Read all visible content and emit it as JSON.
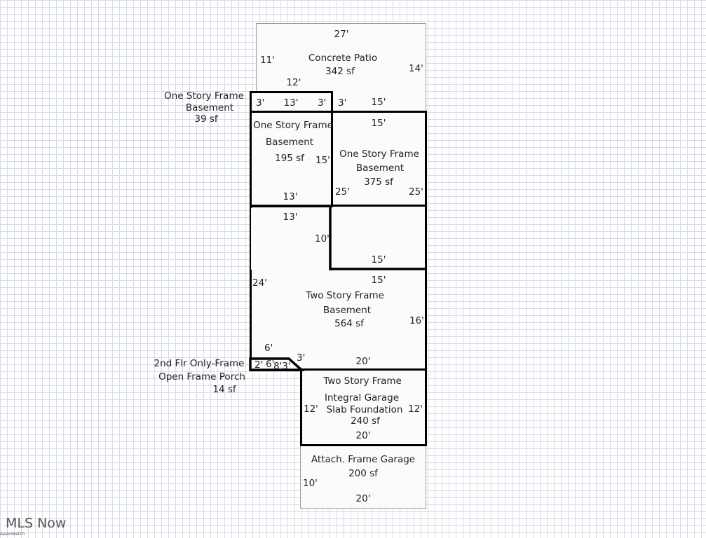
{
  "areas": {
    "patio": {
      "name": "Concrete Patio",
      "size": "342 sf",
      "dims": [
        "27'",
        "11'",
        "14'",
        "12'"
      ]
    },
    "basement_39": {
      "line1": "One Story Frame",
      "line2": "Basement",
      "size": "39 sf",
      "dims": [
        "3'",
        "13'",
        "3'"
      ]
    },
    "basement_195": {
      "line1": "One Story Frame",
      "line2": "Basement",
      "size": "195 sf",
      "dims": [
        "15'",
        "13'",
        "13'"
      ]
    },
    "basement_375": {
      "line1": "One Story Frame",
      "line2": "Basement",
      "size": "375 sf",
      "dims": [
        "3'",
        "15'",
        "15'",
        "25'",
        "25'",
        "15'"
      ]
    },
    "two_story_564": {
      "line1": "Two Story Frame",
      "line2": "Basement",
      "size": "564 sf",
      "dims": [
        "10'",
        "15'",
        "24'",
        "16'",
        "6'",
        "3'",
        "20'"
      ]
    },
    "porch_14": {
      "line1": "2nd Flr Only-Frame",
      "line2": "Open Frame Porch",
      "size": "14 sf",
      "dims": [
        "2'",
        "6'",
        "8'3'"
      ]
    },
    "garage_240": {
      "line1": "Two Story Frame",
      "line2": "Integral Garage",
      "line3": "Slab Foundation",
      "size": "240 sf",
      "dims": [
        "12'",
        "12'",
        "20'"
      ]
    },
    "garage_200": {
      "name": "Attach. Frame Garage",
      "size": "200 sf",
      "dims": [
        "10'",
        "20'"
      ]
    }
  },
  "watermark": "MLS Now",
  "credit": "ApexSketch"
}
